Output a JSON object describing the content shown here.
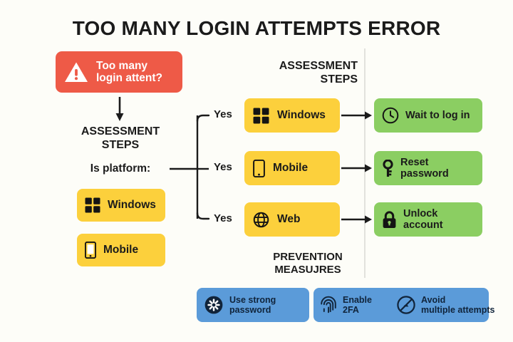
{
  "title": "TOO MANY LOGIN ATTEMPTS ERROR",
  "colors": {
    "background": "#fdfdf8",
    "alert_red": "#ee5a47",
    "yellow": "#fcd03c",
    "green": "#8bce62",
    "blue": "#5b9bd9",
    "text_dark": "#1b1b1b",
    "divider": "#dddddd"
  },
  "alert": {
    "label": "Too many\nlogin attent?",
    "line1": "Too many",
    "line2": "login attent?",
    "icon": "warning-triangle-icon"
  },
  "left_column": {
    "heading": "ASSESSMENT\nSTEPS",
    "heading_line1": "ASSESSMENT",
    "heading_line2": "STEPS",
    "question": "Is platform:",
    "platforms": [
      {
        "label": "Windows",
        "icon": "windows-logo-icon"
      },
      {
        "label": "Mobile",
        "icon": "mobile-phone-icon"
      }
    ]
  },
  "center_column": {
    "heading": "ASSESSMENT\nSTEPS",
    "heading_line1": "ASSESSMENT",
    "heading_line2": "STEPS",
    "branch_labels": [
      "Yes",
      "Yes",
      "Yes"
    ],
    "options": [
      {
        "label": "Windows",
        "icon": "windows-logo-icon"
      },
      {
        "label": "Mobile",
        "icon": "mobile-phone-icon"
      },
      {
        "label": "Web",
        "icon": "globe-icon"
      }
    ]
  },
  "right_column": {
    "results": [
      {
        "label": "Wait to log in",
        "icon": "clock-icon"
      },
      {
        "label": "Reset password",
        "icon": "key-icon"
      },
      {
        "label": "Unlock account",
        "icon": "lock-icon"
      }
    ]
  },
  "prevention": {
    "heading": "PREVENTION\nMEASUJRES",
    "heading_line1": "PREVENTION",
    "heading_line2": "MEASUJRES",
    "measures": [
      {
        "line1": "Use strong",
        "line2": "password",
        "icon": "asterisk-badge-icon"
      },
      {
        "line1": "Enable",
        "line2": "2FA",
        "icon": "fingerprint-icon"
      },
      {
        "line1": "Avoid",
        "line2": "multiple attempts",
        "icon": "no-entry-icon"
      }
    ]
  }
}
